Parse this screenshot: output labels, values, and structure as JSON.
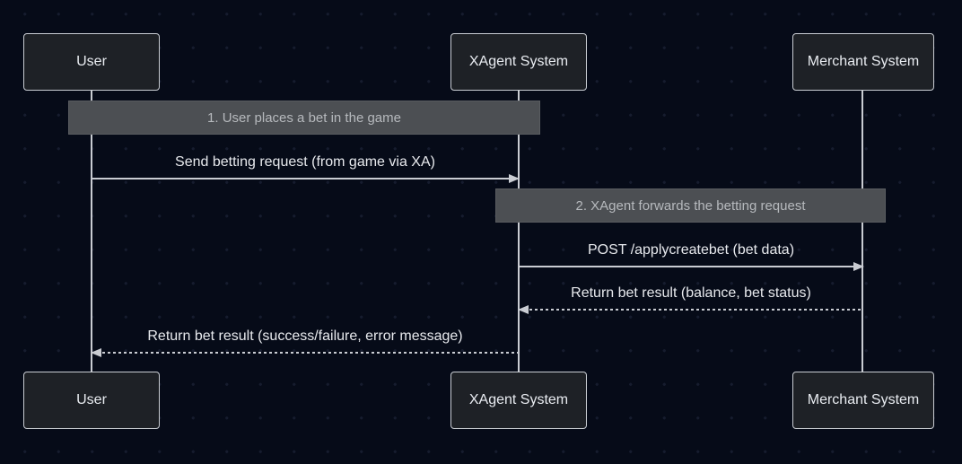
{
  "diagram": {
    "type": "sequence-diagram",
    "actors": [
      {
        "id": "user",
        "label": "User"
      },
      {
        "id": "xagent",
        "label": "XAgent System"
      },
      {
        "id": "merchant",
        "label": "Merchant System"
      }
    ],
    "notes": [
      {
        "step": 1,
        "text": "1. User places a bet in the game",
        "over": [
          "user",
          "xagent"
        ]
      },
      {
        "step": 2,
        "text": "2. XAgent forwards the betting request",
        "over": [
          "xagent",
          "merchant"
        ]
      }
    ],
    "messages": [
      {
        "from": "user",
        "to": "xagent",
        "line": "solid",
        "text": "Send betting request (from game via XA)"
      },
      {
        "from": "xagent",
        "to": "merchant",
        "line": "solid",
        "text": "POST /applycreatebet (bet data)"
      },
      {
        "from": "merchant",
        "to": "xagent",
        "line": "dashed",
        "text": "Return bet result (balance, bet status)"
      },
      {
        "from": "xagent",
        "to": "user",
        "line": "dashed",
        "text": "Return bet result (success/failure, error message)"
      }
    ],
    "colors": {
      "background": "#060b18",
      "grid_dot": "#161c2e",
      "actor_fill": "#1e2126",
      "actor_border": "#c9cdd3",
      "actor_text": "#e9ecf1",
      "note_fill": "#4c4f53",
      "note_text": "#b6b9bd",
      "arrow_line": "#c9ccd2",
      "message_text": "#e8eaee"
    }
  }
}
